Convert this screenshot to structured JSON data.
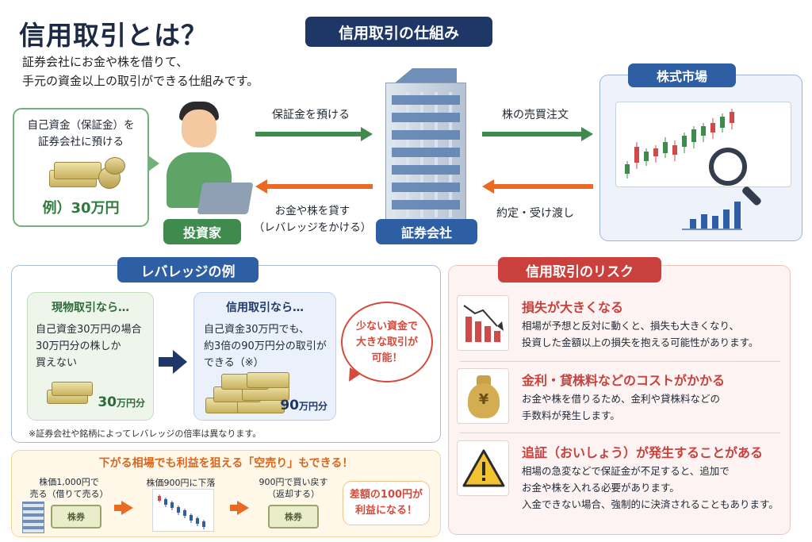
{
  "title": "信用取引とは？",
  "intro": [
    "証券会社にお金や株を借りて、",
    "手元の資金以上の取引ができる仕組みです。"
  ],
  "mechanism": {
    "title": "信用取引の仕組み",
    "own_funds": {
      "line1": "自己資金（保証金）を",
      "line2": "証券会社に預ける",
      "example": "例）30万円"
    },
    "investor": "投資家",
    "broker": "証券会社",
    "market": "株式市場",
    "arrow_deposit": "保証金を預ける",
    "arrow_lend_1": "お金や株を貸す",
    "arrow_lend_2": "（レバレッジをかける）",
    "arrow_order": "株の売買注文",
    "arrow_settle": "約定・受け渡し"
  },
  "leverage": {
    "title": "レバレッジの例",
    "cash": {
      "title": "現物取引なら…",
      "lines": [
        "自己資金30万円の場合",
        "30万円分の株しか",
        "買えない"
      ],
      "amount_num": "30",
      "amount_unit": "万円分"
    },
    "margin": {
      "title": "信用取引なら…",
      "lines": [
        "自己資金30万円でも、",
        "約3倍の90万円分の取引が",
        "できる（※）"
      ],
      "amount_num": "90",
      "amount_unit": "万円分"
    },
    "bubble": [
      "少ない資金で",
      "大きな取引が",
      "可能！"
    ],
    "note": "※証券会社や銘柄によってレバレッジの倍率は異なります。"
  },
  "short": {
    "title": "下がる相場でも利益を狙える「空売り」もできる！",
    "step1": [
      "株価1,000円で",
      "売る（借りて売る）"
    ],
    "step2": "株価900円に下落",
    "step3": [
      "900円で買い戻す",
      "（返却する）"
    ],
    "bond_label": "株券",
    "result": [
      "差額の100円が",
      "利益になる！"
    ]
  },
  "risk": {
    "title": "信用取引のリスク",
    "items": [
      {
        "heading": "損失が大きくなる",
        "lines": [
          "相場が予想と反対に動くと、損失も大きくなり、",
          "投資した金額以上の損失を抱える可能性があります。"
        ],
        "icon": "falling-chart-icon"
      },
      {
        "heading": "金利・貸株料などのコストがかかる",
        "lines": [
          "お金や株を借りるため、金利や貸株料などの",
          "手数料が発生します。"
        ],
        "icon": "money-bag-yen-icon"
      },
      {
        "heading": "追証（おいしょう）が発生することがある",
        "lines": [
          "相場の急変などで保証金が不足すると、追加で",
          "お金や株を入れる必要があります。",
          "入金できない場合、強制的に決済されることもあります。"
        ],
        "icon": "warning-icon"
      }
    ],
    "yen_symbol": "¥"
  },
  "colors": {
    "navy": "#1f3766",
    "blue": "#2e5fa5",
    "green": "#3f8b4e",
    "orange": "#ea6a23",
    "red": "#c9403d"
  }
}
